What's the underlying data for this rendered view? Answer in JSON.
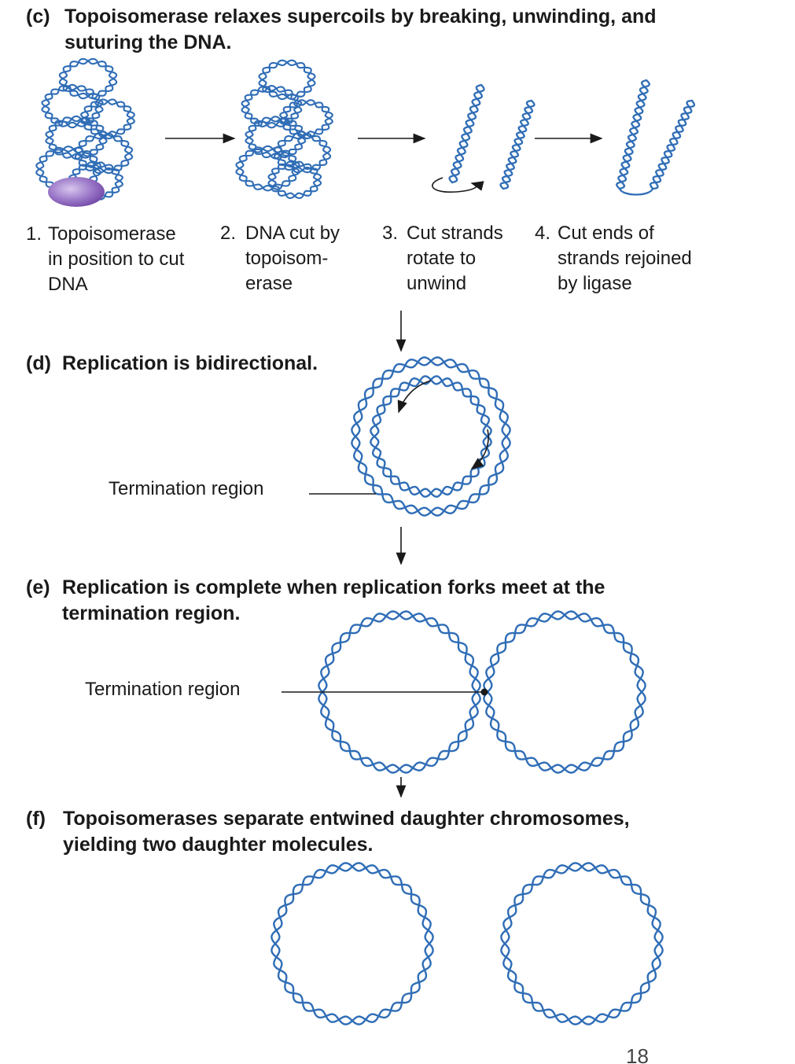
{
  "panel_c": {
    "label": "(c)",
    "title_lines": [
      "Topoisomerase relaxes supercoils by breaking, unwinding, and",
      "suturing the DNA."
    ],
    "steps": [
      {
        "num": "1.",
        "lines": [
          "Topoisomerase",
          "in position to cut",
          "DNA"
        ]
      },
      {
        "num": "2.",
        "lines": [
          "DNA cut by",
          "topoisom-",
          "erase"
        ]
      },
      {
        "num": "3.",
        "lines": [
          "Cut strands",
          "rotate to",
          "unwind"
        ]
      },
      {
        "num": "4.",
        "lines": [
          "Cut ends of",
          "strands rejoined",
          "by ligase"
        ]
      }
    ]
  },
  "panel_d": {
    "label": "(d)",
    "title": "Replication is bidirectional.",
    "callout": "Termination region"
  },
  "panel_e": {
    "label": "(e)",
    "title_lines": [
      "Replication is complete when replication forks meet at the",
      "termination region."
    ],
    "callout": "Termination region"
  },
  "panel_f": {
    "label": "(f)",
    "title_lines": [
      "Topoisomerases separate entwined daughter chromosomes,",
      "yielding two daughter molecules."
    ]
  },
  "page_number": "18",
  "colors": {
    "dna_strand": "#2f6db6",
    "topoisomerase": "#8a63b8",
    "text": "#1a1a1a"
  }
}
